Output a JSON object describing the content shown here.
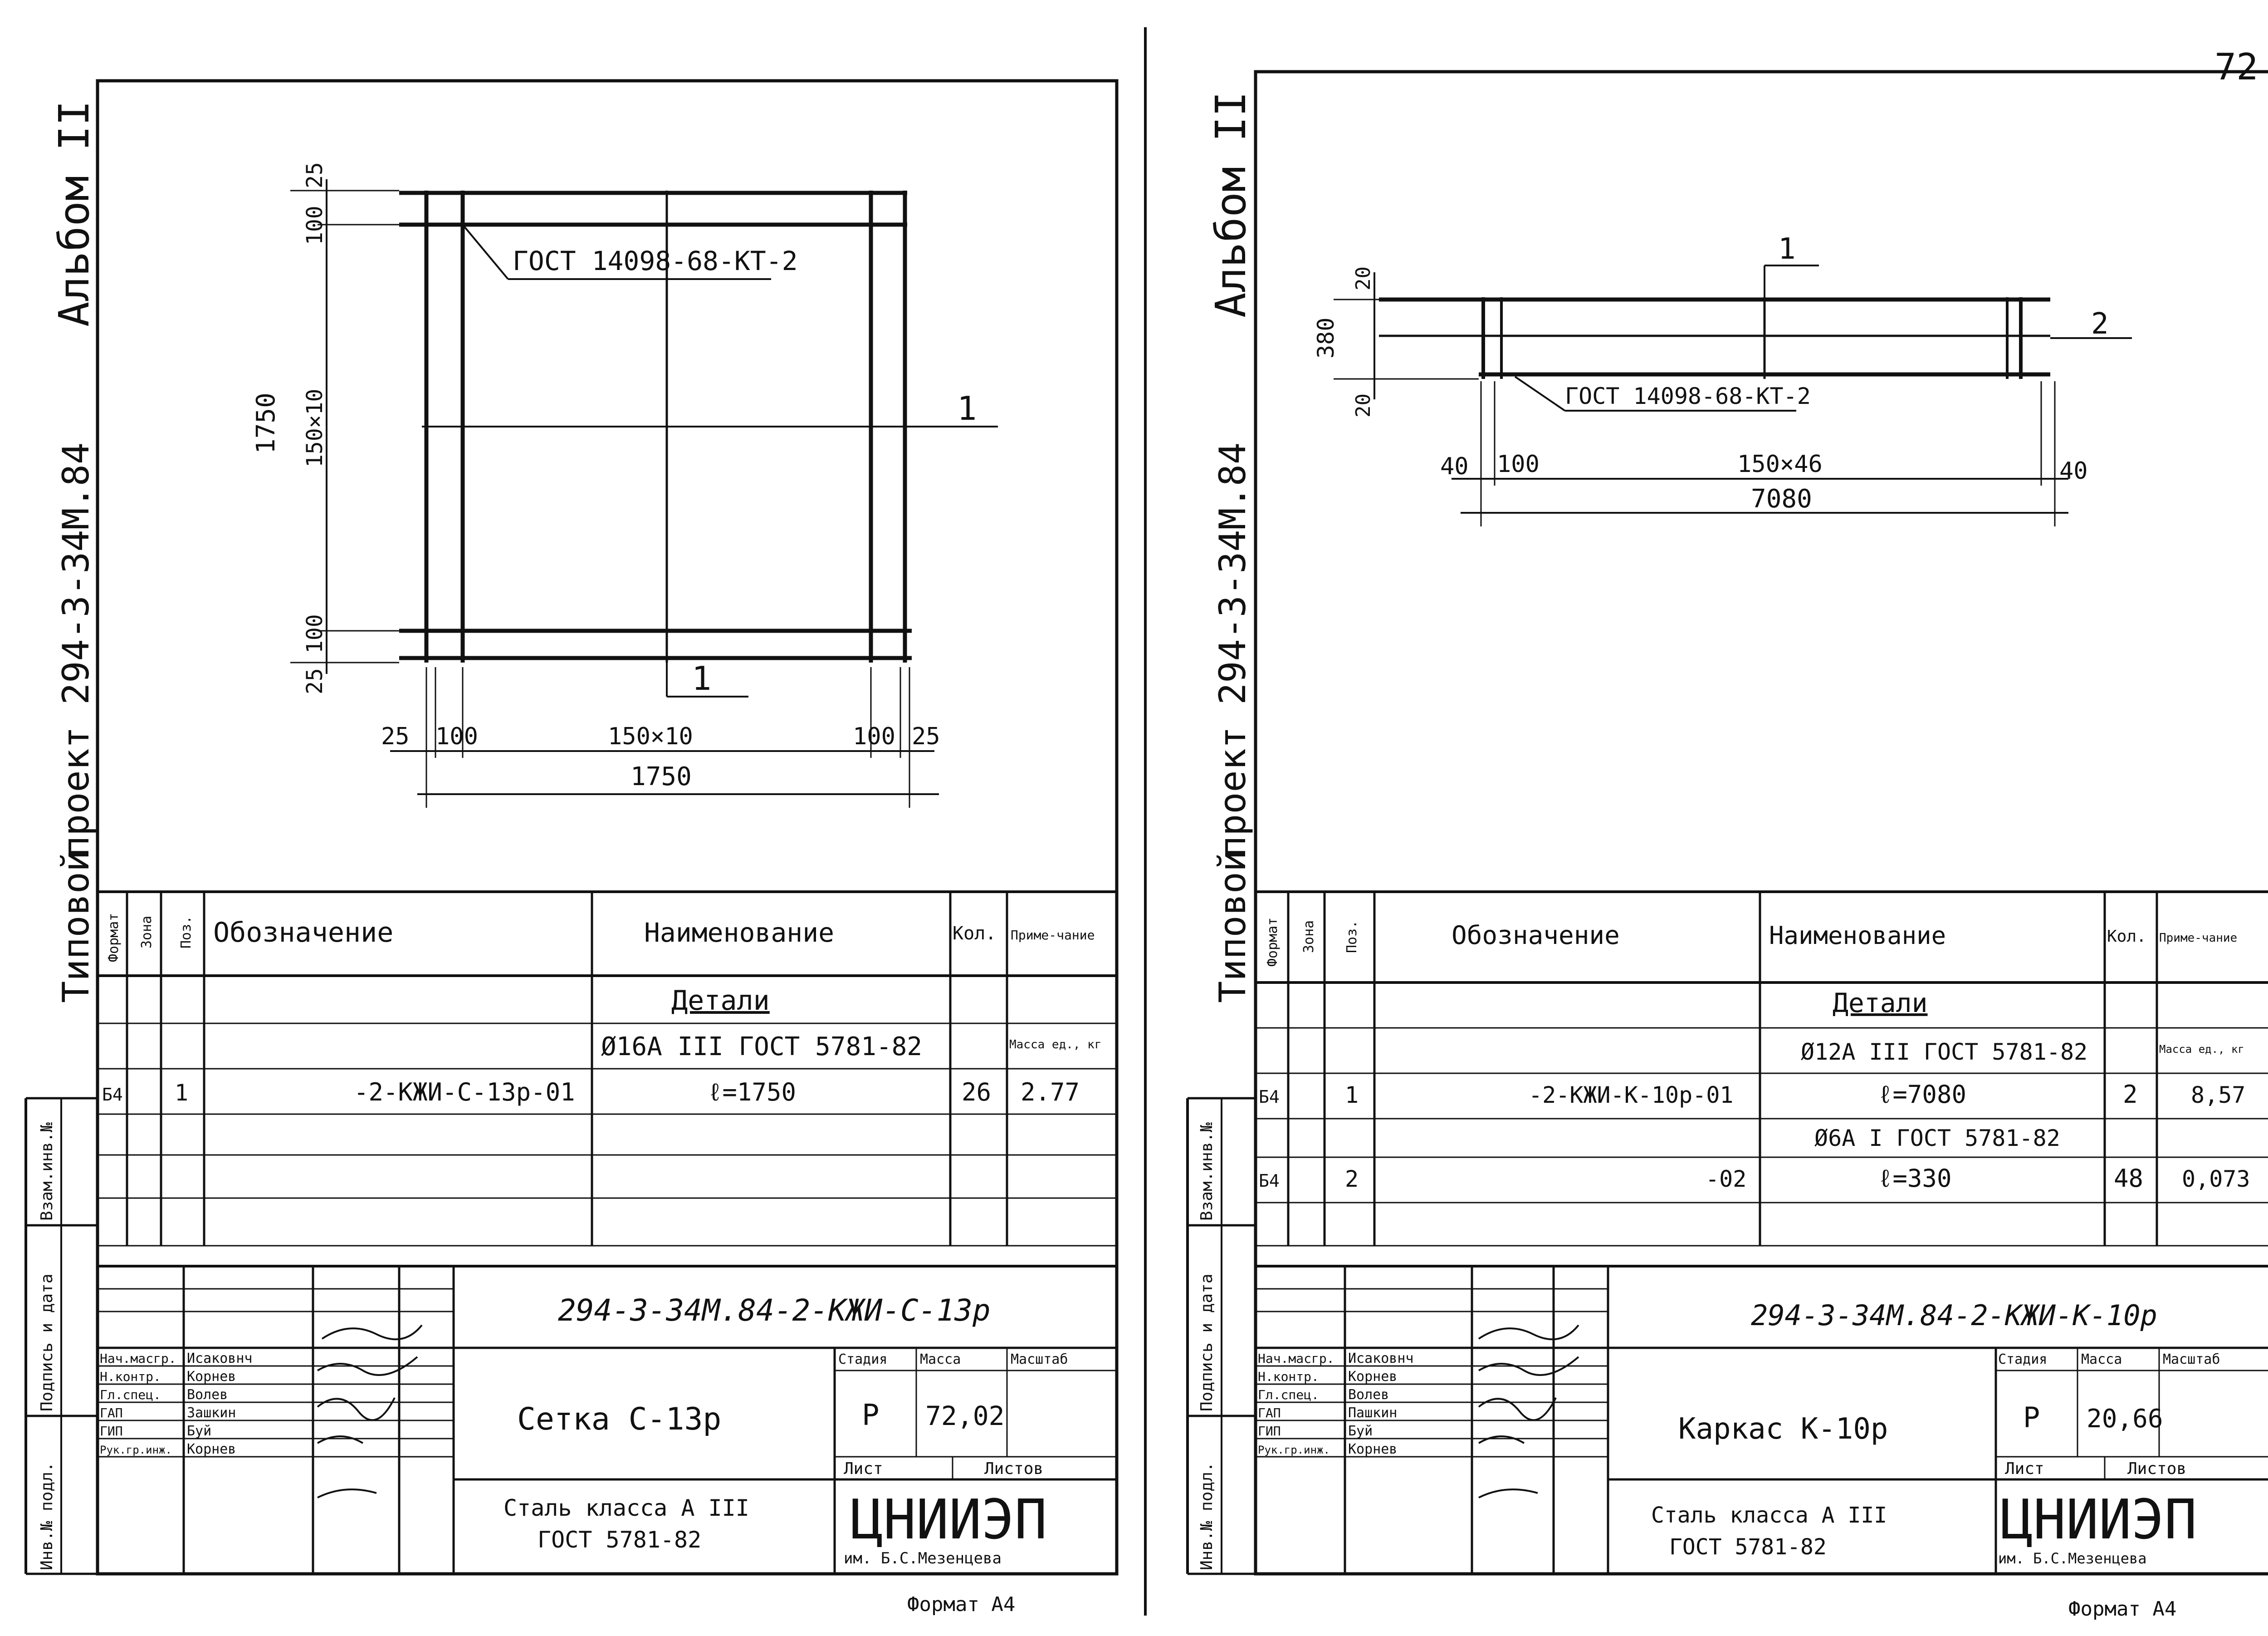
{
  "page_number": "72",
  "sheets": [
    {
      "album": "Альбом II",
      "project": "проект 294-3-34М.84",
      "typical": "Типовой",
      "drawing": {
        "weld_note": "ГОСТ 14098-68-КТ-2",
        "pos_label_a": "1",
        "pos_label_b": "1",
        "dims_vertical": [
          "25",
          "100",
          "150×10",
          "100",
          "25"
        ],
        "overall_vertical": "1750",
        "dims_horizontal": [
          "25",
          "100",
          "150×10",
          "100",
          "25"
        ],
        "overall_horizontal": "1750"
      },
      "spec": {
        "headers": {
          "format": "Формат",
          "zone": "Зона",
          "pos": "Поз.",
          "designation": "Обозначение",
          "name": "Наименование",
          "qty": "Кол.",
          "note": "Приме-чание"
        },
        "section": "Детали",
        "material": "Ø16А III ГОСТ 5781-82",
        "mass_header": "Масса ед., кг",
        "rows": [
          {
            "format": "Б4",
            "pos": "1",
            "designation": "-2-КЖИ-С-13р-01",
            "name": "ℓ=1750",
            "qty": "26",
            "note": "2.77"
          }
        ]
      },
      "left_stamps": [
        "Взам.инв.№",
        "Подпись и дата",
        "Инв.№ подл."
      ],
      "title_block": {
        "code": "294-3-34М.84-2-КЖИ-С-13р",
        "roles": [
          "Нач.масгр.",
          "Н.контр.",
          "Гл.спец.",
          "ГАП",
          "ГИП",
          "Рук.гр.инж."
        ],
        "names": [
          "Исаковнч",
          "Корнев",
          "Волев",
          "Зашкин",
          "Буй",
          "Корнев"
        ],
        "title": "Сетка С-13р",
        "stage_h": "Стадия",
        "mass_h": "Масса",
        "scale_h": "Масштаб",
        "stage": "Р",
        "mass": "72,02",
        "sheet_h": "Лист",
        "sheets_h": "Листов",
        "material": "Сталь класса А III",
        "gost": "ГОСТ 5781-82",
        "org": "ЦНИИЭП",
        "org_sub": "им. Б.С.Мезенцева"
      },
      "format": "Формат А4"
    },
    {
      "album": "Альбом II",
      "project": "проект 294-3-34М.84",
      "typical": "Типовой",
      "drawing": {
        "weld_note": "ГОСТ 14098-68-КТ-2",
        "pos_label_a": "1",
        "pos_label_b": "2",
        "dims_vertical": [
          "20",
          "380",
          "20"
        ],
        "dims_horizontal": [
          "40",
          "100",
          "150×46",
          "40"
        ],
        "overall_horizontal": "7080"
      },
      "spec": {
        "headers": {
          "format": "Формат",
          "zone": "Зона",
          "pos": "Поз.",
          "designation": "Обозначение",
          "name": "Наименование",
          "qty": "Кол.",
          "note": "Приме-чание"
        },
        "section": "Детали",
        "material": "Ø12А III ГОСТ 5781-82",
        "material2": "Ø6А I ГОСТ 5781-82",
        "mass_header": "Масса ед., кг",
        "rows": [
          {
            "format": "Б4",
            "pos": "1",
            "designation": "-2-КЖИ-К-10р-01",
            "name": "ℓ=7080",
            "qty": "2",
            "note": "8,57"
          },
          {
            "format": "Б4",
            "pos": "2",
            "designation": "-02",
            "name": "ℓ=330",
            "qty": "48",
            "note": "0,073"
          }
        ]
      },
      "left_stamps": [
        "Взам.инв.№",
        "Подпись и дата",
        "Инв.№ подл."
      ],
      "title_block": {
        "code": "294-3-34М.84-2-КЖИ-К-10р",
        "roles": [
          "Нач.масгр.",
          "Н.контр.",
          "Гл.спец.",
          "ГАП",
          "ГИП",
          "Рук.гр.инж."
        ],
        "names": [
          "Исаковнч",
          "Корнев",
          "Волев",
          "Пашкин",
          "Буй",
          "Корнев"
        ],
        "title": "Каркас К-10р",
        "stage_h": "Стадия",
        "mass_h": "Масса",
        "scale_h": "Масштаб",
        "stage": "Р",
        "mass": "20,66",
        "sheet_h": "Лист",
        "sheets_h": "Листов",
        "material": "Сталь класса А III",
        "gost": "ГОСТ 5781-82",
        "org": "ЦНИИЭП",
        "org_sub": "им. Б.С.Мезенцева"
      },
      "format": "Формат А4"
    }
  ]
}
